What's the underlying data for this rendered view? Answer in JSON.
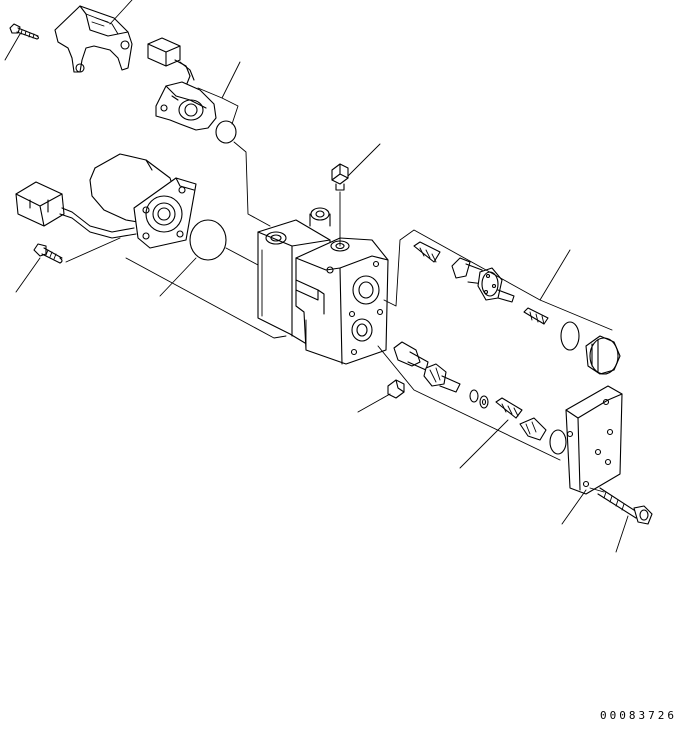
{
  "drawing": {
    "id_number": "00083726"
  },
  "parts": [
    {
      "name": "bolt-top-left"
    },
    {
      "name": "bracket-top"
    },
    {
      "name": "connector-small"
    },
    {
      "name": "sensor-top"
    },
    {
      "name": "o-ring-top"
    },
    {
      "name": "solenoid"
    },
    {
      "name": "connector-large"
    },
    {
      "name": "bolt-left"
    },
    {
      "name": "gasket-round"
    },
    {
      "name": "valve-body"
    },
    {
      "name": "plug-top"
    },
    {
      "name": "spool-upper"
    },
    {
      "name": "spring-upper"
    },
    {
      "name": "o-ring-right"
    },
    {
      "name": "cap-right"
    },
    {
      "name": "plug-lower"
    },
    {
      "name": "spool-lower"
    },
    {
      "name": "washers"
    },
    {
      "name": "spring-lower"
    },
    {
      "name": "cover-plate"
    },
    {
      "name": "bolt-right"
    }
  ]
}
